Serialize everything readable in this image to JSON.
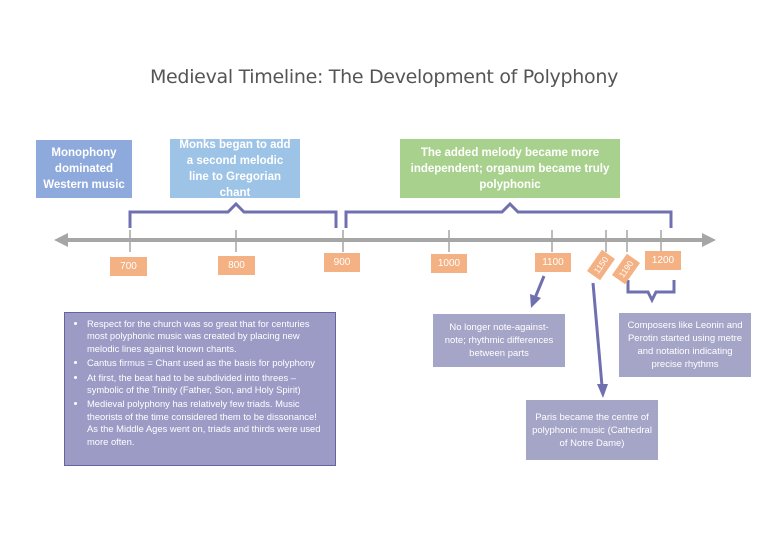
{
  "title": "Medieval Timeline: The Development of Polyphony",
  "era_boxes": {
    "monophony": "Monophony dominated Western music",
    "monks": "Monks began to add a second melodic line to Gregorian chant",
    "independent": "The added melody became more independent; organum became truly polyphonic"
  },
  "years": [
    "700",
    "800",
    "900",
    "1000",
    "1100",
    "1150",
    "1190",
    "1200"
  ],
  "notes": {
    "note_against_note": "No longer note-against-note; rhythmic differences between parts",
    "paris": "Paris became the centre of polyphonic music (Cathedral of Notre Dame)",
    "composers": "Composers like Leonin and Perotin started using metre and notation indicating precise rhythms"
  },
  "info_bullets": [
    "Respect for the church was so great that for centuries most polyphonic music was created by placing new melodic lines against known chants.",
    "Cantus firmus = Chant used as the basis for polyphony",
    "At first, the beat had to be subdivided into threes – symbolic of the Trinity (Father, Son, and Holy Spirit)",
    "Medieval polyphony has relatively few triads. Music theorists of the time considered them to be dissonance! As the Middle Ages went on, triads and thirds were used more often."
  ],
  "colors": {
    "timeline": "#a6a6a6",
    "bracket": "#7070b0",
    "year_label": "#f4b183",
    "era_blue_dark": "#8ea9db",
    "era_blue_light": "#9dc3e6",
    "era_green": "#a9d18e",
    "note_box": "#a5a5c8"
  }
}
